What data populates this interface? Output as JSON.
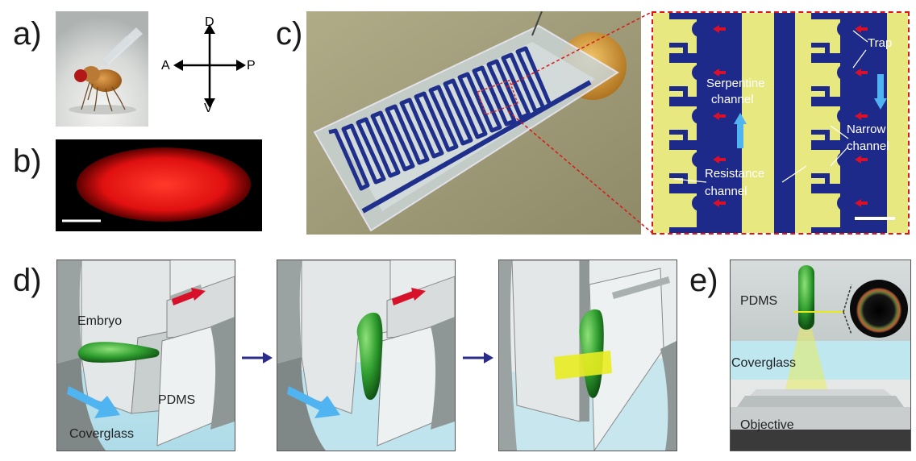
{
  "panel_labels": {
    "a": "a)",
    "b": "b)",
    "c": "c)",
    "d": "d)",
    "e": "e)"
  },
  "axes": {
    "dorsal": "D",
    "ventral": "V",
    "anterior": "A",
    "posterior": "P"
  },
  "panel_c": {
    "trap": "Trap",
    "serpentine_line1": "Serpentine",
    "serpentine_line2": "channel",
    "narrow_line1": "Narrow",
    "narrow_line2": "channel",
    "resistance_line1": "Resistance",
    "resistance_line2": "channel"
  },
  "panel_d": {
    "embryo": "Embryo",
    "pdms": "PDMS",
    "coverglass": "Coverglass"
  },
  "panel_e": {
    "pdms": "PDMS",
    "coverglass": "Coverglass",
    "objective": "Objective"
  },
  "colors": {
    "embryo_green": "#2f9e2f",
    "channel_blue": "#1f2f8c",
    "flow_arrow": "#4fb4ef",
    "trap_arrow": "#d8102a",
    "fluorescence_red": "#e01010"
  }
}
